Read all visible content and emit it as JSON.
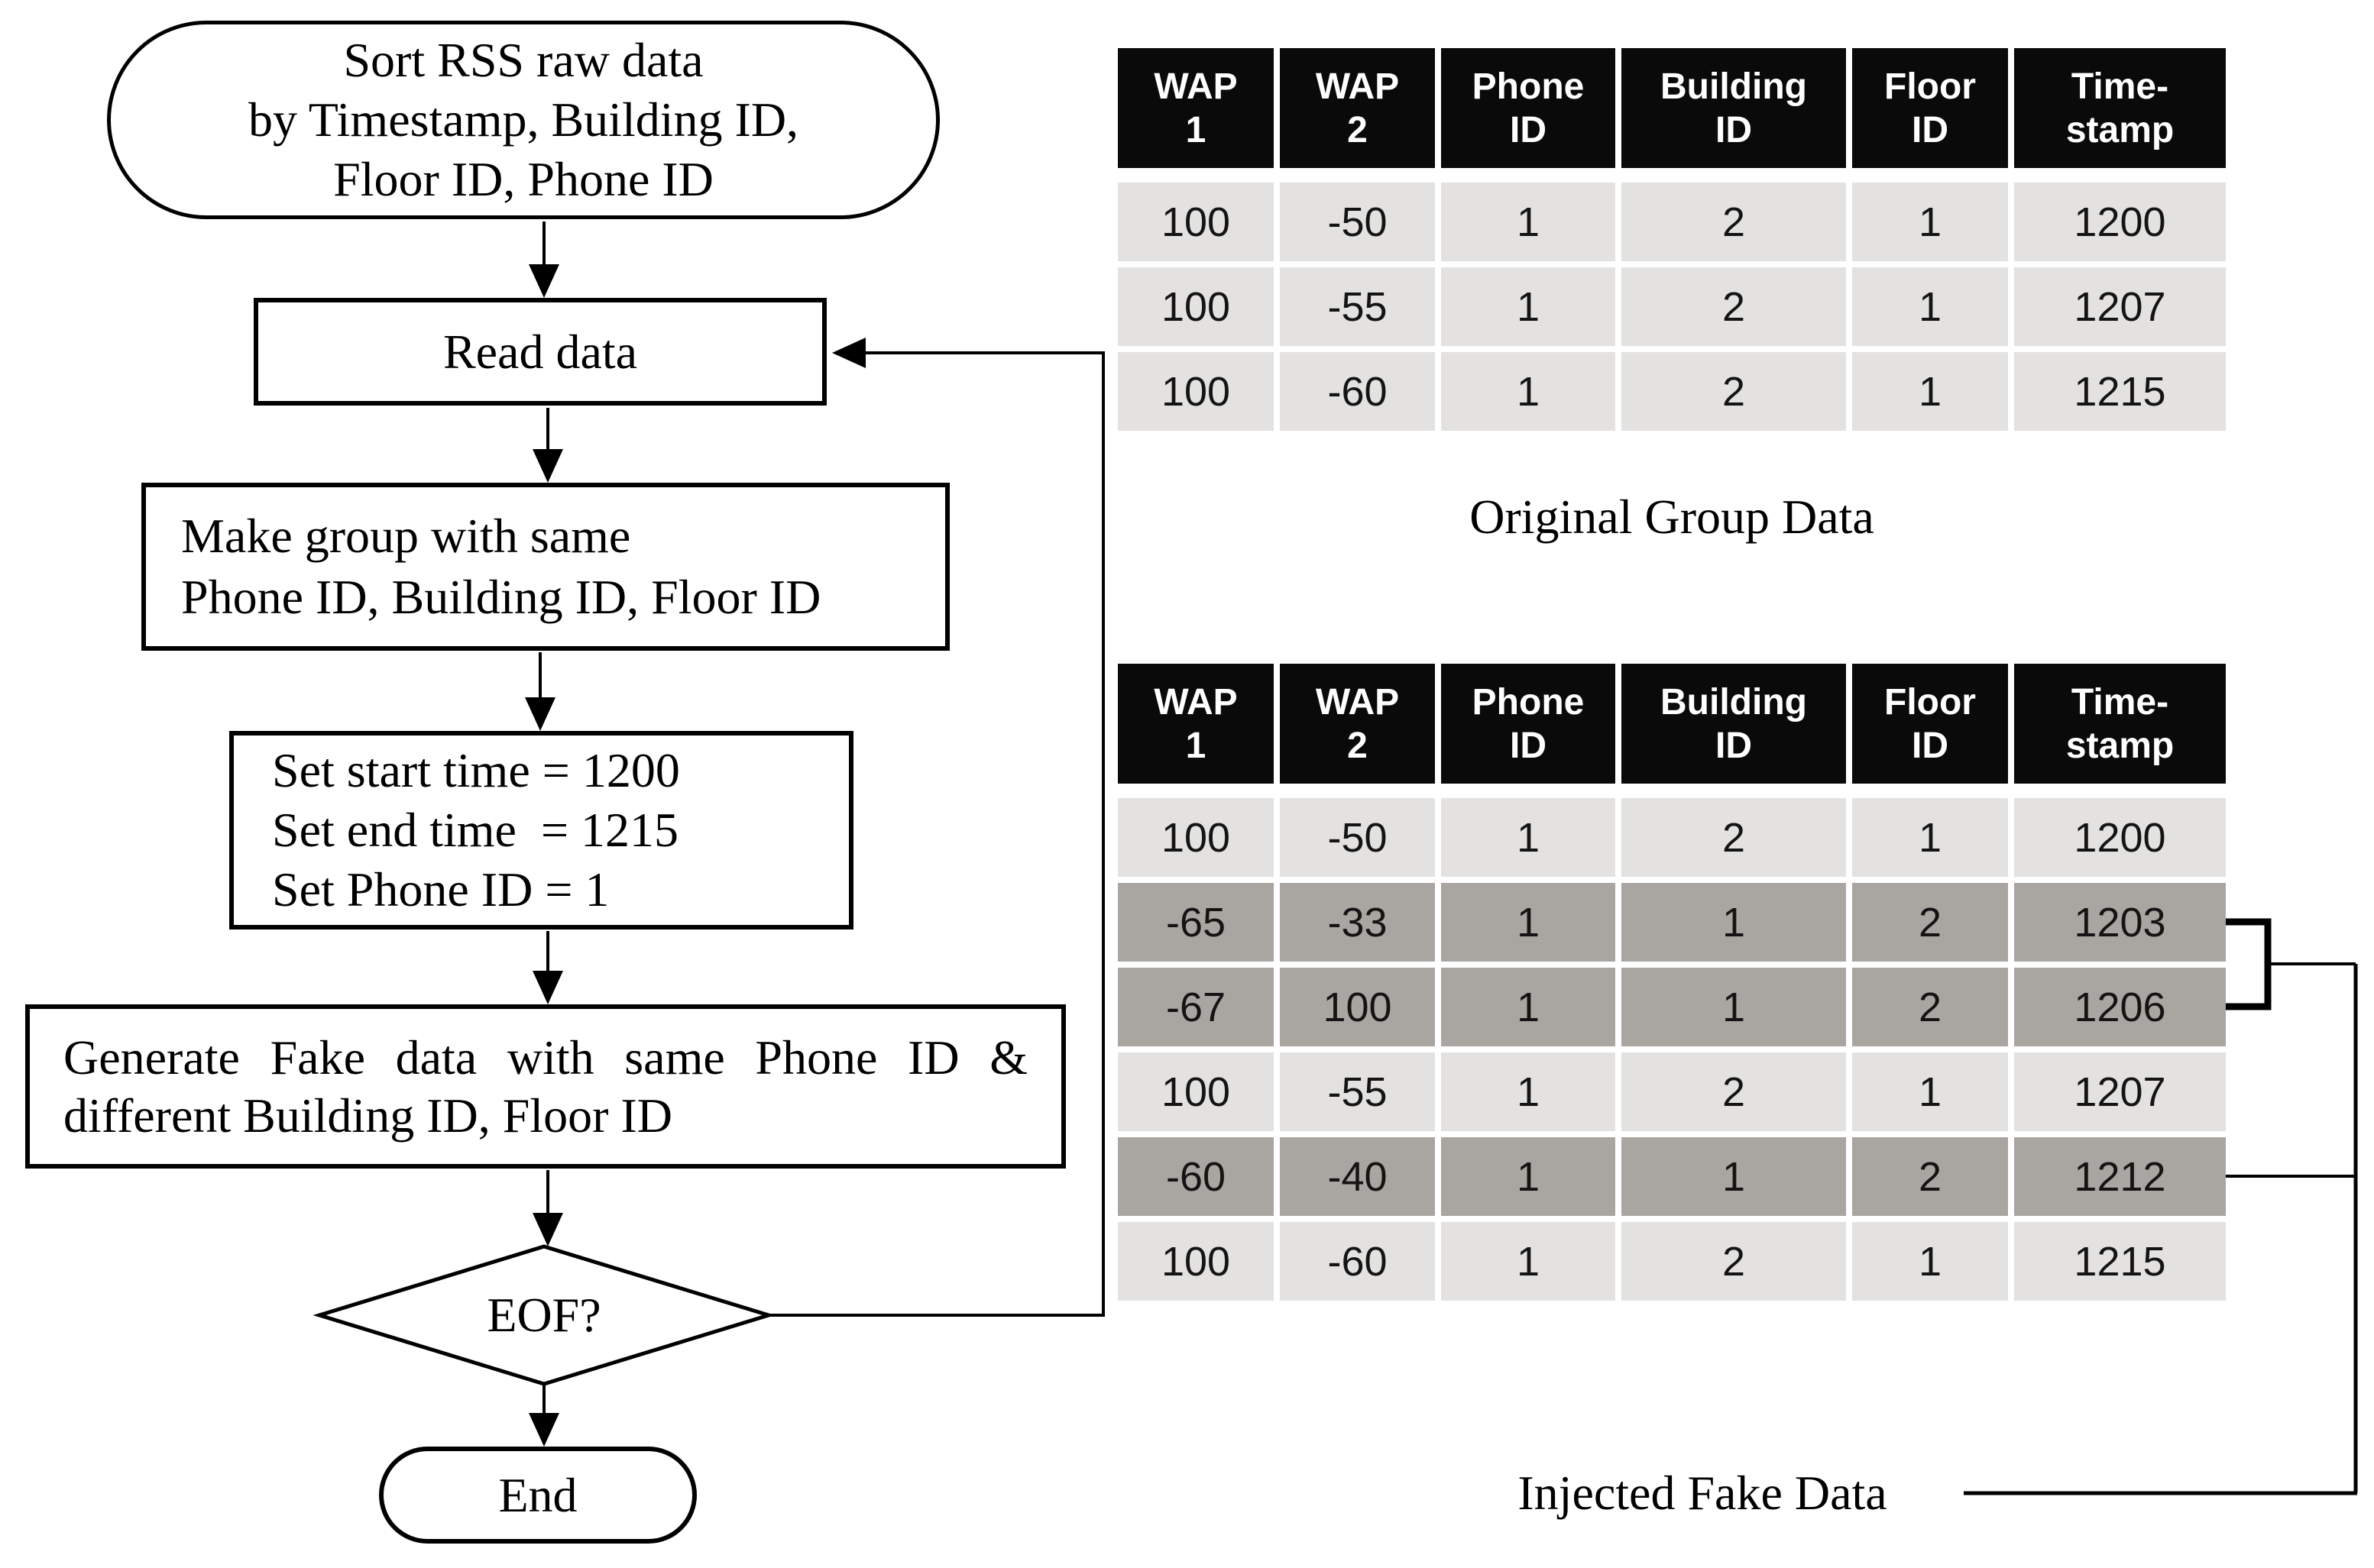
{
  "flowchart": {
    "start": {
      "line1": "Sort RSS raw data",
      "line2": "by Timestamp, Building ID,",
      "line3": "Floor ID, Phone ID"
    },
    "read": {
      "label": "Read data"
    },
    "group": {
      "line1": "Make group with same",
      "line2": "Phone ID, Building ID, Floor ID"
    },
    "set": {
      "line1": "Set start time = 1200",
      "line2": "Set end time  = 1215",
      "line3": "Set Phone ID = 1"
    },
    "generate": {
      "line1": "Generate Fake data with same Phone ID &",
      "line2": "different Building ID, Floor ID"
    },
    "eof": {
      "label": "EOF?"
    },
    "end": {
      "label": "End"
    }
  },
  "tables": {
    "original": {
      "caption": "Original Group Data",
      "headers": [
        "WAP\n1",
        "WAP\n2",
        "Phone\nID",
        "Building\nID",
        "Floor\nID",
        "Time-\nstamp"
      ],
      "rows": [
        [
          "100",
          "-50",
          "1",
          "2",
          "1",
          "1200"
        ],
        [
          "100",
          "-55",
          "1",
          "2",
          "1",
          "1207"
        ],
        [
          "100",
          "-60",
          "1",
          "2",
          "1",
          "1215"
        ]
      ]
    },
    "injected": {
      "caption": "Injected Fake Data",
      "headers": [
        "WAP\n1",
        "WAP\n2",
        "Phone\nID",
        "Building\nID",
        "Floor\nID",
        "Time-\nstamp"
      ],
      "rows": [
        [
          "100",
          "-50",
          "1",
          "2",
          "1",
          "1200"
        ],
        [
          "-65",
          "-33",
          "1",
          "1",
          "2",
          "1203"
        ],
        [
          "-67",
          "100",
          "1",
          "1",
          "2",
          "1206"
        ],
        [
          "100",
          "-55",
          "1",
          "2",
          "1",
          "1207"
        ],
        [
          "-60",
          "-40",
          "1",
          "1",
          "2",
          "1212"
        ],
        [
          "100",
          "-60",
          "1",
          "2",
          "1",
          "1215"
        ]
      ],
      "injected_row_indices": [
        1,
        2,
        4
      ]
    }
  },
  "colors": {
    "row_light": "#e3e2e1",
    "row_injected": "#a9a5a1",
    "header_bg": "#0a0a0a",
    "header_text": "#ffffff",
    "line": "#000000"
  }
}
